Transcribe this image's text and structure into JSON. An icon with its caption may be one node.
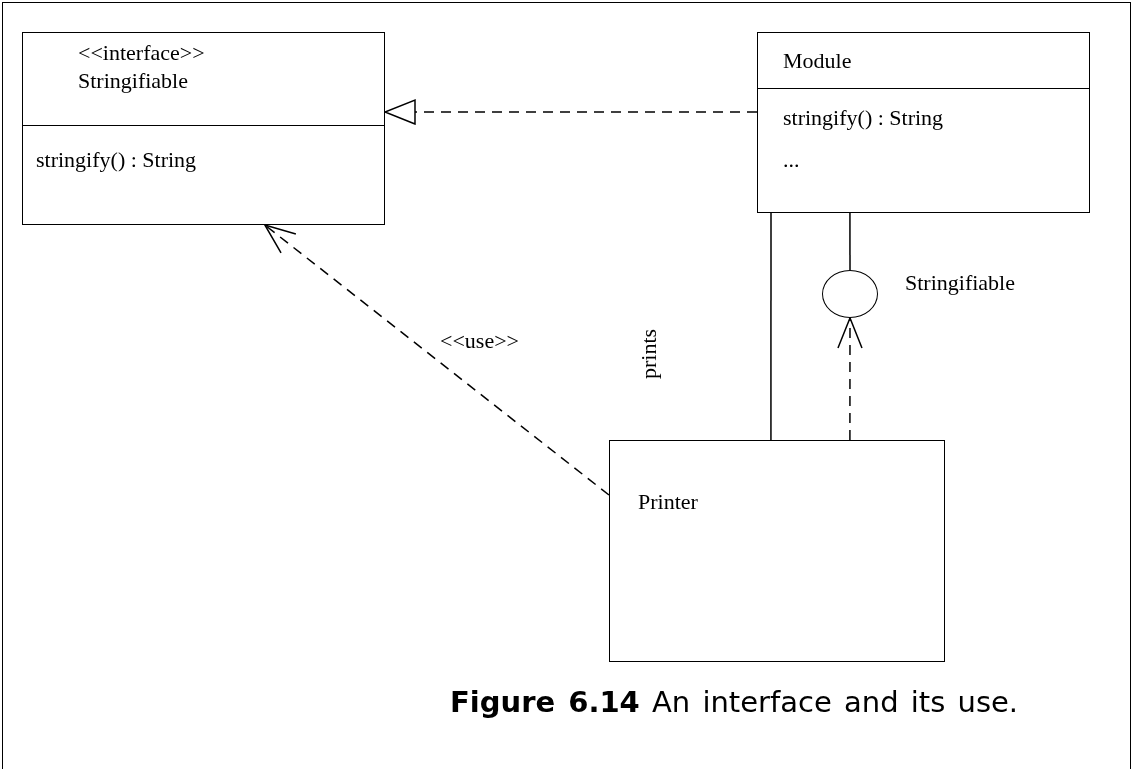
{
  "diagram": {
    "caption": "**Figure 6.14** An interface and its use.",
    "nodes": [
      {
        "text": [
          "<<interface>> Stringifiable",
          "stringify() : String"
        ]
      },
      {
        "text": [
          "Module",
          "stringify() : String",
          "..."
        ]
      },
      {
        "text": [],
        "shape": "circle",
        "beside": [
          "Stringifiable"
        ]
      },
      {
        "text": [
          "Printer"
        ]
      }
    ],
    "edges": [
      {
        "from": 1,
        "to": 0,
        "arrow": "to",
        "style": "dashed"
      },
      {
        "from": 3,
        "to": 0,
        "arrow": "to",
        "style": "dashed",
        "label": "<<use>>"
      },
      {
        "from": 3,
        "to": 1,
        "arrow": "none",
        "label": "prints"
      },
      {
        "from": 1,
        "to": 2,
        "arrow": "none"
      },
      {
        "from": 3,
        "to": 2,
        "arrow": "to",
        "style": "dashed"
      }
    ]
  }
}
